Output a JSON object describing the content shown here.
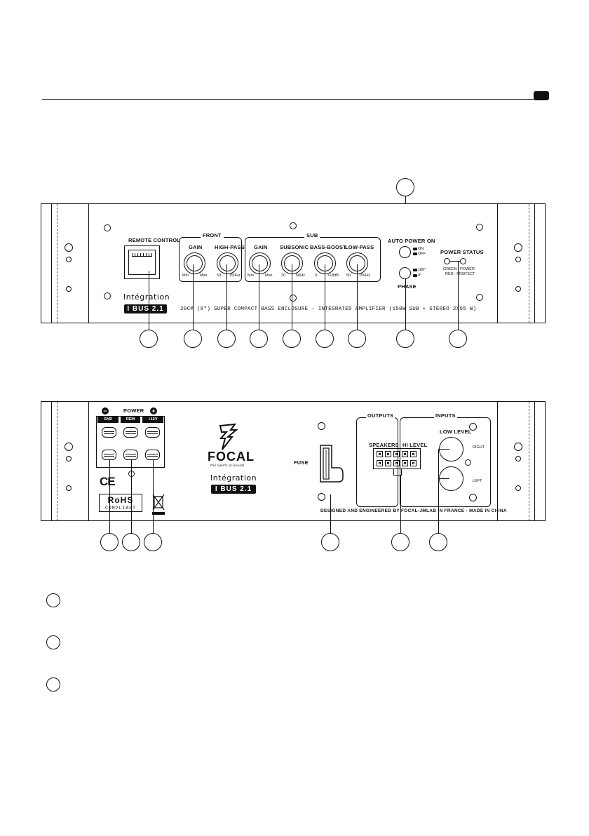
{
  "front": {
    "remote_control": "REMOTE CONTROL",
    "front_group": "FRONT",
    "gain": "GAIN",
    "high_pass": "HIGH-PASS",
    "sub_group": "SUB",
    "sub_gain": "GAIN",
    "subsonic": "SUBSONIC",
    "bass_boost": "BASS-BOOST",
    "low_pass": "LOW-PASS",
    "auto_power_on": "AUTO POWER ON",
    "on": "ON",
    "off": "OFF",
    "phase_180": "180°",
    "phase_0": "0°",
    "phase": "PHASE",
    "power_status": "POWER STATUS",
    "green_power": "GREEN : POWER",
    "red_protect": "RED : PROTECT",
    "brand_script": "Intégration",
    "model": "I BUS 2.1",
    "description": "20CM (8\") SUPER COMPACT BASS ENCLOSURE - INTEGRATED AMPLIFIER (150W SUB + STEREO 2X55 W)",
    "scales": {
      "gain_min": "Min.",
      "gain_max": "Max.",
      "hp_min": "50",
      "hp_max": "150Hz",
      "subgain_min": "Min.",
      "subgain_max": "Max.",
      "sonic_min": "20",
      "sonic_max": "50Hz",
      "boost_min": "0",
      "boost_max": "+18dB",
      "lp_min": "50",
      "lp_max": "150Hz"
    }
  },
  "rear": {
    "power": "POWER",
    "minus_icon": "−",
    "plus_icon": "+",
    "gnd": "GND",
    "rem": "REM",
    "v12": "+12V",
    "ce": "CE",
    "rohs_top": "RoHS",
    "rohs_bottom": "COMPLIANT",
    "focal": "FOCAL",
    "focal_tagline": "the Spirit of Sound",
    "brand_script": "Intégration",
    "model": "I BUS 2.1",
    "fuse": "FUSE",
    "outputs": "OUTPUTS",
    "inputs": "INPUTS",
    "speakers": "SPEAKERS",
    "hi_level": "HI LEVEL",
    "low_level": "LOW LEVEL",
    "right": "RIGHT",
    "left": "LEFT",
    "designed": "DESIGNED AND ENGINEERED BY FOCAL-JMLAB IN FRANCE - MADE IN CHINA"
  }
}
